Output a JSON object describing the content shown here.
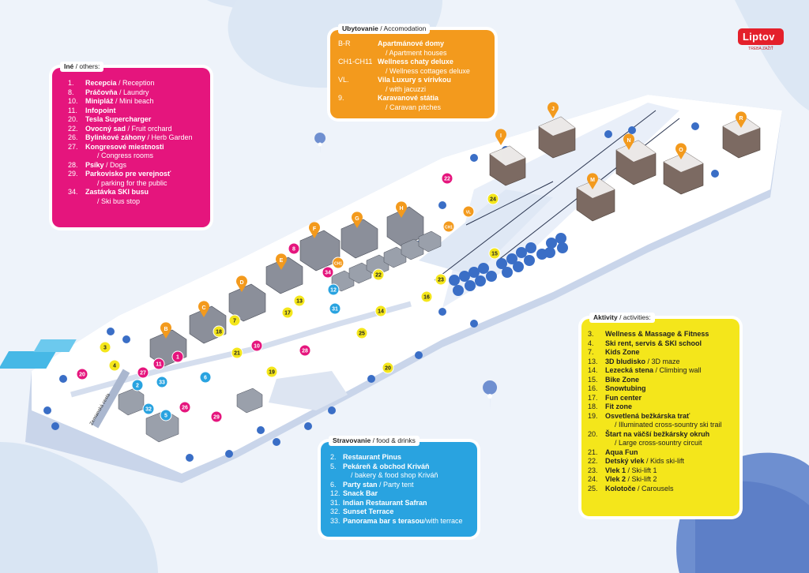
{
  "others": {
    "tag_sk": "Iné",
    "tag_en": " / others:",
    "items": [
      {
        "n": "1.",
        "sk": "Recepcia",
        "en": " / Reception",
        "en2": ""
      },
      {
        "n": "8.",
        "sk": "Práčovňa",
        "en": " / Laundry",
        "en2": ""
      },
      {
        "n": "10.",
        "sk": "Minipláž",
        "en": " / Mini beach",
        "en2": ""
      },
      {
        "n": "11.",
        "sk": "Infopoint",
        "en": "",
        "en2": ""
      },
      {
        "n": "20.",
        "sk": "Tesla Supercharger",
        "en": "",
        "en2": ""
      },
      {
        "n": "22.",
        "sk": "Ovocný sad",
        "en": " / Fruit orchard",
        "en2": ""
      },
      {
        "n": "26.",
        "sk": "Bylinkové záhony",
        "en": " / Herb Garden",
        "en2": ""
      },
      {
        "n": "27.",
        "sk": "Kongresové miestnosti",
        "en": "",
        "en2": "/ Congress rooms"
      },
      {
        "n": "28.",
        "sk": "Psíky",
        "en": " / Dogs",
        "en2": ""
      },
      {
        "n": "29.",
        "sk": "Parkovisko pre verejnosť",
        "en": "",
        "en2": "/ parking for the public"
      },
      {
        "n": "34.",
        "sk": "Zastávka SKI busu",
        "en": "",
        "en2": "/ Ski bus stop"
      }
    ]
  },
  "accommodation": {
    "tag_sk": "Ubytovanie",
    "tag_en": " / Accomodation",
    "items": [
      {
        "n": "B-R",
        "sk": "Apartmánové domy",
        "en2": "/ Apartment houses"
      },
      {
        "n": "CH1-CH11",
        "sk": "Wellness chaty deluxe",
        "en2": "/ Wellness cottages deluxe"
      },
      {
        "n": "VL.",
        "sk": "Vila Luxury s vírivkou",
        "en2": "/ with jacuzzi"
      },
      {
        "n": "9.",
        "sk": "Karavanové státia",
        "en2": "/ Caravan pitches"
      }
    ]
  },
  "food": {
    "tag_sk": "Stravovanie",
    "tag_en": " / food & drinks",
    "items": [
      {
        "n": "2.",
        "sk": "Restaurant Pinus",
        "en": "",
        "en2": ""
      },
      {
        "n": "5.",
        "sk": "Pekáreň & obchod Kriváň",
        "en": "",
        "en2": "/ bakery & food shop Kriváň"
      },
      {
        "n": "6.",
        "sk": "Party stan",
        "en": " / Party tent",
        "en2": ""
      },
      {
        "n": "12.",
        "sk": "Snack Bar",
        "en": "",
        "en2": ""
      },
      {
        "n": "31.",
        "sk": "Indian Restaurant Safran",
        "en": "",
        "en2": ""
      },
      {
        "n": "32.",
        "sk": "Sunset Terrace",
        "en": "",
        "en2": ""
      },
      {
        "n": "33.",
        "sk": "Panorama bar s terasou",
        "en": "/with terrace",
        "en2": ""
      }
    ]
  },
  "activities": {
    "tag_sk": "Aktivity",
    "tag_en": " / activities:",
    "items": [
      {
        "n": "3.",
        "sk": "Wellness & Massage & Fitness",
        "en": "",
        "en2": ""
      },
      {
        "n": "4.",
        "sk": "Ski rent, servis & SKI school",
        "en": "",
        "en2": ""
      },
      {
        "n": "7.",
        "sk": "Kids Zone",
        "en": "",
        "en2": ""
      },
      {
        "n": "13.",
        "sk": "3D bludisko",
        "en": " / 3D maze",
        "en2": ""
      },
      {
        "n": "14.",
        "sk": "Lezecká stena",
        "en": " / Climbing wall",
        "en2": ""
      },
      {
        "n": "15.",
        "sk": "Bike Zone",
        "en": "",
        "en2": ""
      },
      {
        "n": "16.",
        "sk": "Snowtubing",
        "en": "",
        "en2": ""
      },
      {
        "n": "17.",
        "sk": "Fun center",
        "en": "",
        "en2": ""
      },
      {
        "n": "18.",
        "sk": "Fit zone",
        "en": "",
        "en2": ""
      },
      {
        "n": "19.",
        "sk": "Osvetlená bežkárska trať",
        "en": "",
        "en2": "/ Illuminated cross-sountry ski trail"
      },
      {
        "n": "20.",
        "sk": "Štart na väčší bežkársky okruh",
        "en": "",
        "en2": "/ Large cross-sountry circuit"
      },
      {
        "n": "21.",
        "sk": "Aqua Fun",
        "en": "",
        "en2": ""
      },
      {
        "n": "22.",
        "sk": "Detský vlek",
        "en": " / Kids ski-lift",
        "en2": ""
      },
      {
        "n": "23.",
        "sk": "Vlek 1",
        "en": " / Ski-lift 1",
        "en2": ""
      },
      {
        "n": "24.",
        "sk": "Vlek 2",
        "en": " / Ski-lift 2",
        "en2": ""
      },
      {
        "n": "25.",
        "sk": "Kolotoče",
        "en": " / Carousels",
        "en2": ""
      }
    ]
  },
  "logo": {
    "name": "Liptov",
    "tagline": "TREBA ZAŽIŤ"
  },
  "street_label": "Zemianská cesta",
  "house_labels": [
    "B",
    "C",
    "D",
    "E",
    "F",
    "G",
    "H",
    "I",
    "J",
    "M",
    "N",
    "O",
    "R"
  ],
  "pins": {
    "pink": [
      "1",
      "8",
      "10",
      "11",
      "20",
      "22",
      "26",
      "27",
      "28",
      "29",
      "34"
    ],
    "blue": [
      "2",
      "5",
      "6",
      "12",
      "31",
      "32",
      "33"
    ],
    "yellow": [
      "3",
      "4",
      "7",
      "13",
      "14",
      "15",
      "16",
      "17",
      "18",
      "19",
      "20",
      "21",
      "22",
      "23",
      "24",
      "25"
    ],
    "orange": [
      "CH1",
      "CH1",
      "VL"
    ]
  },
  "colors": {
    "others": "#e5157d",
    "accommodation": "#f39a1d",
    "food": "#29a3e0",
    "activities": "#f4e61b",
    "brand": "#e4202b"
  }
}
